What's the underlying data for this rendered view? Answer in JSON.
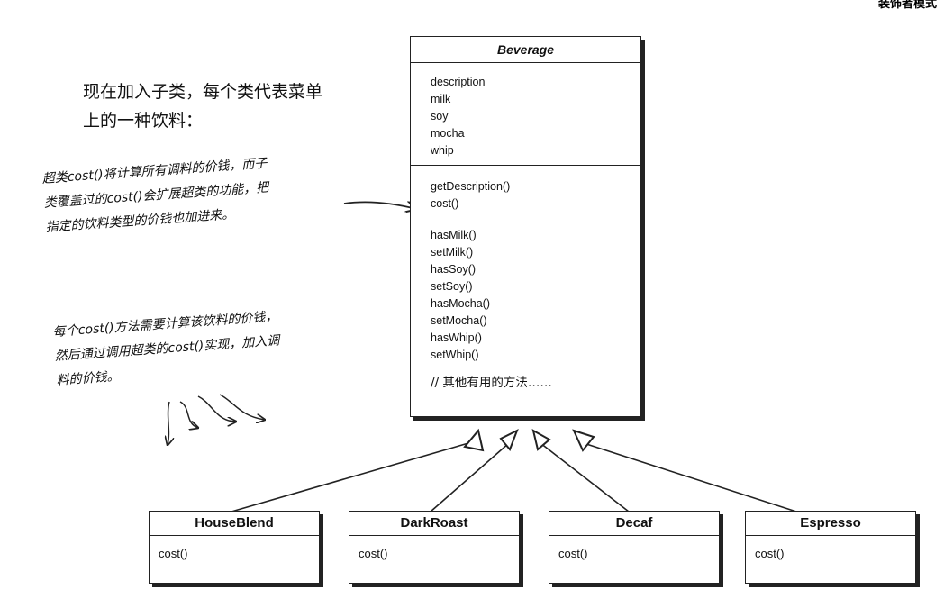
{
  "chapter_header": "装饰者模式",
  "intro_text": [
    "现在加入子类，每个类代表菜单",
    "上的一种饮料："
  ],
  "note_superclass": [
    "超类cost()将计算所有调料的价钱，而子",
    "类覆盖过的cost()会扩展超类的功能，把",
    "指定的饮料类型的价钱也加进来。"
  ],
  "note_subclass": [
    "每个cost()方法需要计算该饮料的价钱，",
    "然后通过调用超类的cost()实现，加入调",
    "料的价钱。"
  ],
  "beverage": {
    "name": "Beverage",
    "attributes": [
      "description",
      "milk",
      "soy",
      "mocha",
      "whip"
    ],
    "methods_primary": [
      "getDescription()",
      "cost()"
    ],
    "methods_condiments": [
      "hasMilk()",
      "setMilk()",
      "hasSoy()",
      "setSoy()",
      "hasMocha()",
      "setMocha()",
      "hasWhip()",
      "setWhip()"
    ],
    "other_methods": "// 其他有用的方法……"
  },
  "subclasses": [
    {
      "name": "HouseBlend",
      "method": "cost()"
    },
    {
      "name": "DarkRoast",
      "method": "cost()"
    },
    {
      "name": "Decaf",
      "method": "cost()"
    },
    {
      "name": "Espresso",
      "method": "cost()"
    }
  ]
}
